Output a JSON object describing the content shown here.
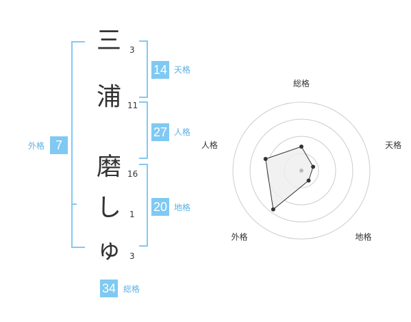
{
  "name_chars": [
    {
      "char": "三",
      "strokes": "3"
    },
    {
      "char": "浦",
      "strokes": "11"
    },
    {
      "char": "磨",
      "strokes": "16"
    },
    {
      "char": "し",
      "strokes": "1"
    },
    {
      "char": "ゅ",
      "strokes": "3"
    }
  ],
  "kaku": {
    "tenkaku": {
      "value": "14",
      "label": "天格"
    },
    "jinkaku": {
      "value": "27",
      "label": "人格"
    },
    "chikaku": {
      "value": "20",
      "label": "地格"
    },
    "gaikaku": {
      "value": "7",
      "label": "外格"
    },
    "soukaku": {
      "value": "34",
      "label": "総格"
    }
  },
  "chart_data": {
    "type": "radar",
    "axes": [
      "総格",
      "天格",
      "地格",
      "外格",
      "人格"
    ],
    "values": [
      0.35,
      0.18,
      0.18,
      0.7,
      0.55
    ],
    "rings": 4,
    "colors": {
      "accent": "#7fc9f3",
      "fill": "#eeeeee",
      "ring": "#cccccc",
      "line": "#333333"
    }
  }
}
